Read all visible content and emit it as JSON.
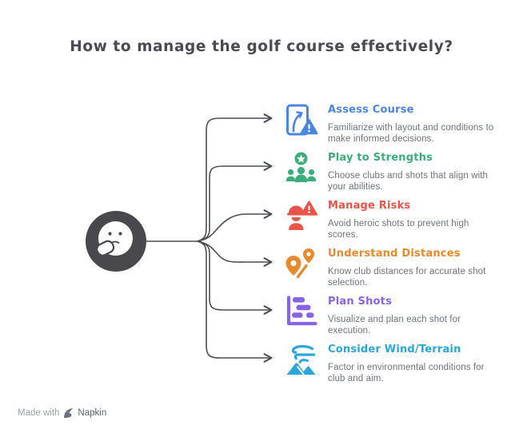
{
  "title": "How to manage the golf course effectively?",
  "center_node": {
    "icon": "thinking-face-icon",
    "color": "#48484D"
  },
  "items": [
    {
      "label": "Assess Course",
      "description": "Familiarize with layout and conditions to make informed decisions.",
      "color": "#4A86E0",
      "icon": "map-route-warning-icon"
    },
    {
      "label": "Play to Strengths",
      "description": "Choose clubs and shots that align with your abilities.",
      "color": "#3BAE7D",
      "icon": "team-ball-icon"
    },
    {
      "label": "Manage Risks",
      "description": "Avoid heroic shots to prevent high scores.",
      "color": "#E8544A",
      "icon": "worker-warning-icon"
    },
    {
      "label": "Understand Distances",
      "description": "Know club distances for accurate shot selection.",
      "color": "#E8892B",
      "icon": "map-pins-distance-icon"
    },
    {
      "label": "Plan Shots",
      "description": "Visualize and plan each shot for execution.",
      "color": "#8763E8",
      "icon": "gantt-chart-icon"
    },
    {
      "label": "Consider Wind/Terrain",
      "description": "Factor in environmental conditions for club and aim.",
      "color": "#2BA6DB",
      "icon": "wind-terrain-icon"
    }
  ],
  "footer": {
    "text": "Made with",
    "brand": "Napkin"
  },
  "colors": {
    "background": "#FFFFFF",
    "title_text": "#4A4B52",
    "body_text": "#6E747B",
    "connector": "#4B4E54",
    "center_node": "#48484D",
    "footer_text": "#9CA1A9",
    "footer_brand": "#5D646C"
  }
}
